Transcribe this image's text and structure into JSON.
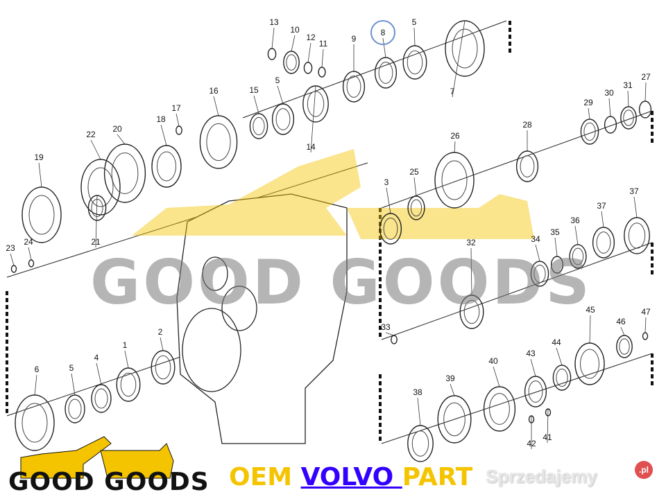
{
  "diagram": {
    "part_labels": [
      "13",
      "10",
      "12",
      "11",
      "9",
      "8",
      "5",
      "7",
      "16",
      "15",
      "5",
      "14",
      "17",
      "18",
      "22",
      "20",
      "19",
      "21",
      "23",
      "24",
      "26",
      "28",
      "29",
      "30",
      "31",
      "27",
      "3",
      "25",
      "37",
      "37",
      "36",
      "35",
      "34",
      "32",
      "33",
      "45",
      "46",
      "47",
      "44",
      "43",
      "40",
      "39",
      "38",
      "42",
      "41",
      "6",
      "5",
      "4",
      "1",
      "2"
    ],
    "highlighted_label": "8",
    "highlight_color": "#6a8fd0"
  },
  "watermark": {
    "text": "GOOD GOODS",
    "color": "#f5c400"
  },
  "logo": {
    "text": "GOOD GOODS",
    "color": "#f5c400"
  },
  "banner": {
    "part1": "OEM ",
    "brand": "VOLVO ",
    "part2": "PART",
    "yellow": "#f5c400",
    "blue": "#3300ff"
  },
  "site_watermark": {
    "name": "Sprzedajemy",
    "tld": ".pl"
  }
}
